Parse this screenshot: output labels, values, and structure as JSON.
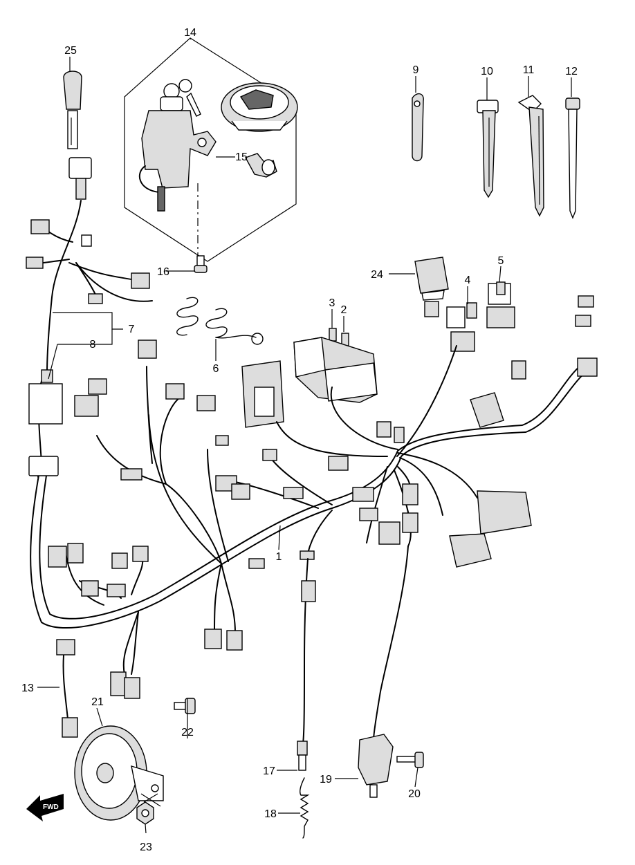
{
  "parts": [
    {
      "ref": "1"
    },
    {
      "ref": "2"
    },
    {
      "ref": "3"
    },
    {
      "ref": "4"
    },
    {
      "ref": "5"
    },
    {
      "ref": "6"
    },
    {
      "ref": "7"
    },
    {
      "ref": "8"
    },
    {
      "ref": "9"
    },
    {
      "ref": "10"
    },
    {
      "ref": "11"
    },
    {
      "ref": "12"
    },
    {
      "ref": "13"
    },
    {
      "ref": "14"
    },
    {
      "ref": "15"
    },
    {
      "ref": "16"
    },
    {
      "ref": "17"
    },
    {
      "ref": "18"
    },
    {
      "ref": "19"
    },
    {
      "ref": "20"
    },
    {
      "ref": "21"
    },
    {
      "ref": "22"
    },
    {
      "ref": "23"
    },
    {
      "ref": "24"
    },
    {
      "ref": "25"
    }
  ],
  "direction_arrow": {
    "text": "FWD",
    "icon": "forward-arrow-icon"
  }
}
